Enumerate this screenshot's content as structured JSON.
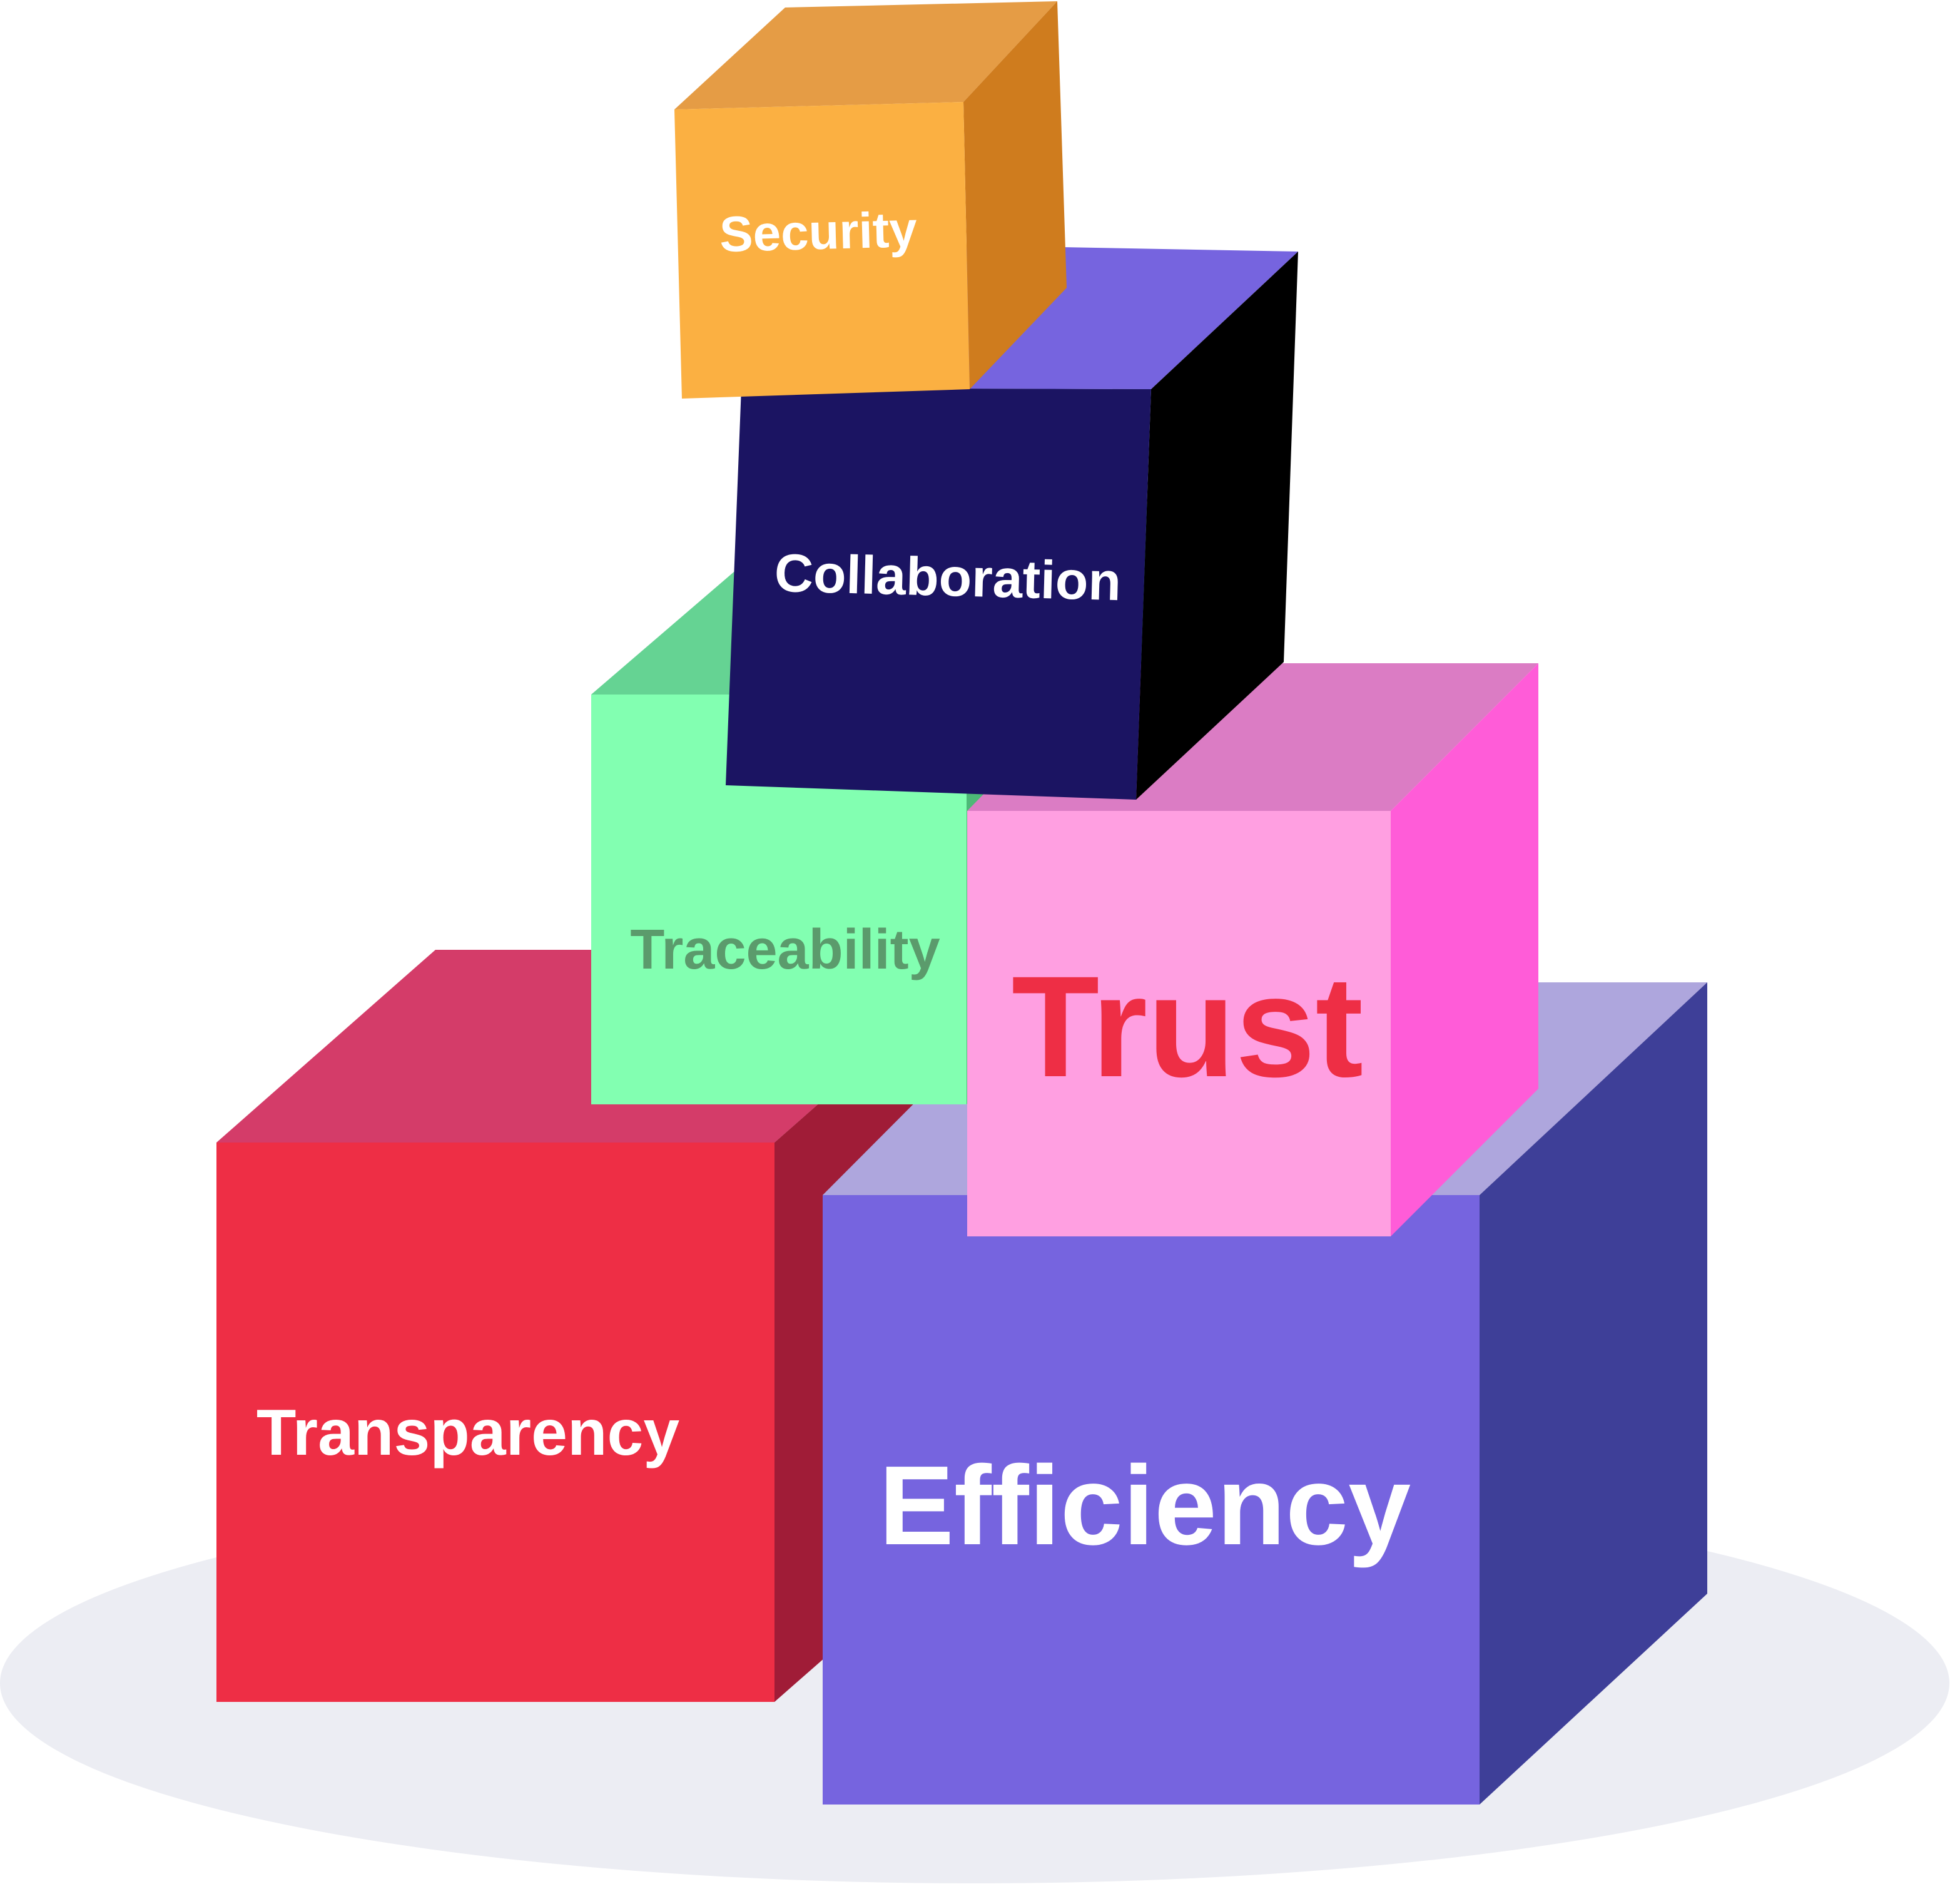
{
  "diagram": {
    "background_color": "#ffffff",
    "base_color": "#ecedf3",
    "cubes": [
      {
        "id": "efficiency",
        "label": "Efficiency",
        "label_color": "#ffffff",
        "front_color": "#7664df",
        "top_color": "#aea6dd",
        "side_color": "#3e3f98"
      },
      {
        "id": "transparency",
        "label": "Transparency",
        "label_color": "#ffffff",
        "front_color": "#ee2e45",
        "top_color": "#d43c69",
        "side_color": "#a01c37"
      },
      {
        "id": "traceability",
        "label": "Traceability",
        "label_color": "#5b9b6c",
        "front_color": "#82ffb1",
        "top_color": "#65d393",
        "side_color": "#4db877"
      },
      {
        "id": "trust",
        "label": "Trust",
        "label_color": "#ee2e45",
        "front_color": "#ff9fe1",
        "top_color": "#db7cc4",
        "side_color": "#ff5cd8"
      },
      {
        "id": "collaboration",
        "label": "Collaboration",
        "label_color": "#ffffff",
        "front_color": "#1b1462",
        "top_color": "#7664df",
        "side_color": "#000000"
      },
      {
        "id": "security",
        "label": "Security",
        "label_color": "#ffffff",
        "front_color": "#fbb042",
        "top_color": "#e59c45",
        "side_color": "#cf7c1e"
      }
    ]
  }
}
